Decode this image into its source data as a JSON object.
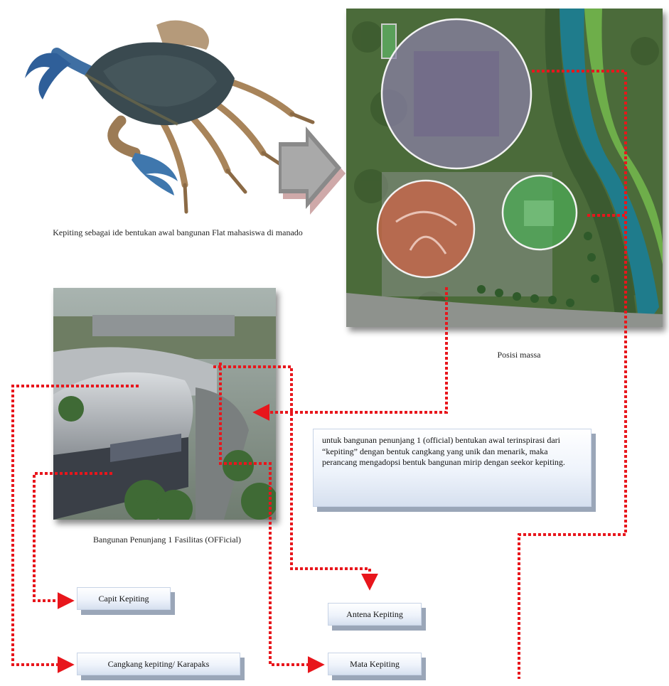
{
  "captions": {
    "crab": "Kepiting sebagai ide bentukan awal bangunan Flat mahasiswa di manado",
    "site": "Posisi massa",
    "building": "Bangunan Penunjang 1 Fasilitas (OFFicial)"
  },
  "description": "untuk bangunan penunjang 1 (official) bentukan awal terinspirasi dari “kepiting” dengan bentuk cangkang yang unik dan menarik, maka perancang mengadopsi bentuk bangunan mirip dengan seekor kepiting.",
  "labels": {
    "capit": "Capit Kepiting",
    "cangkang": "Cangkang kepiting/ Karapaks",
    "antena": "Antena Kepiting",
    "mata": "Mata Kepiting"
  },
  "colors": {
    "connector": "#e8161c",
    "zone_top": "#8a7fa6",
    "zone_left": "#c8654a",
    "zone_right": "#4caa55"
  }
}
